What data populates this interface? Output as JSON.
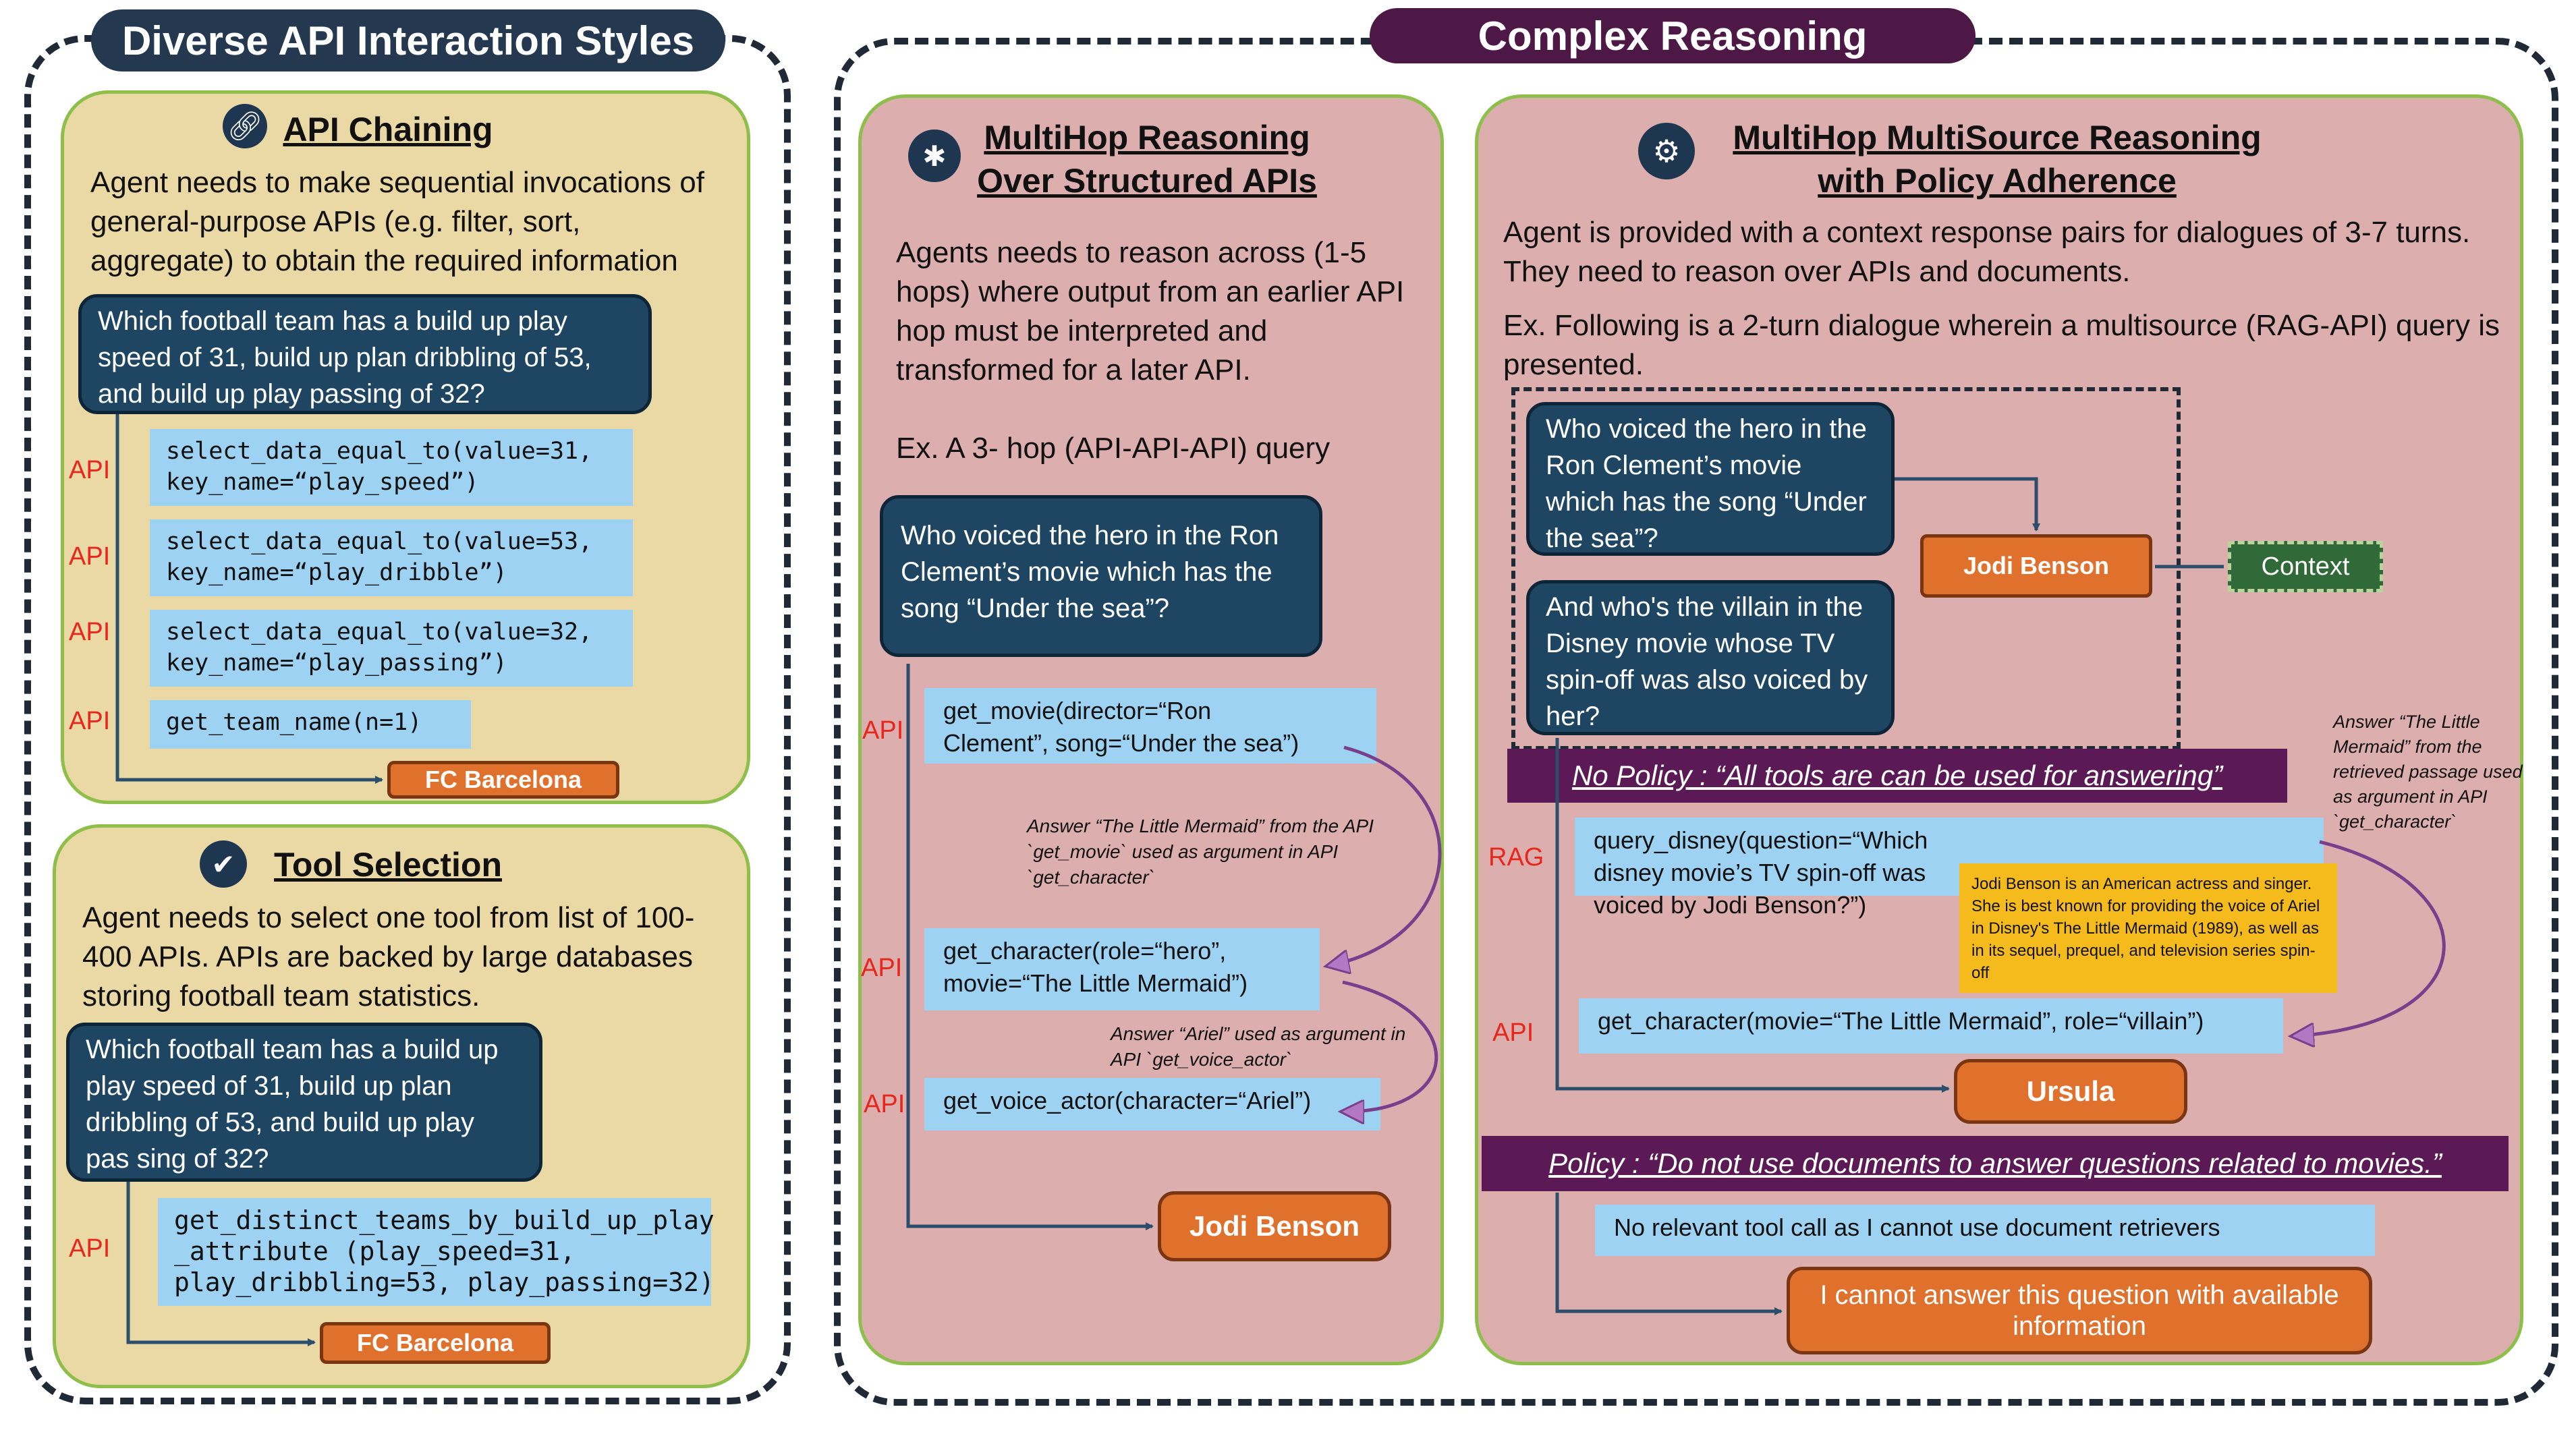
{
  "left_section": {
    "title": "Diverse API Interaction Styles",
    "api_chaining": {
      "title": "API Chaining",
      "icon": "link-icon",
      "description": "Agent needs to make sequential invocations of general-purpose APIs (e.g. filter, sort, aggregate) to obtain the required information",
      "question": "Which football team has a build up play speed of 31, build up plan dribbling of 53, and build up play passing of 32?",
      "calls": [
        {
          "label": "API",
          "code": "select_data_equal_to(value=31,\nkey_name=“play_speed”)"
        },
        {
          "label": "API",
          "code": "select_data_equal_to(value=53,\nkey_name=“play_dribble”)"
        },
        {
          "label": "API",
          "code": "select_data_equal_to(value=32,\nkey_name=“play_passing”)"
        },
        {
          "label": "API",
          "code": "get_team_name(n=1)"
        }
      ],
      "answer": "FC Barcelona"
    },
    "tool_selection": {
      "title": "Tool Selection",
      "icon": "check-circle-icon",
      "description": "Agent needs to select one tool from list of 100-400 APIs. APIs are backed by large databases storing football team statistics.",
      "question": "Which football team has a build up play speed of 31, build up plan dribbling of 53, and build up play pas sing of 32?",
      "call_label": "API",
      "call_code": "get_distinct_teams_by_build_up_play\n_attribute (play_speed=31,\nplay_dribbling=53, play_passing=32)",
      "answer": "FC Barcelona"
    }
  },
  "right_section": {
    "title": "Complex Reasoning",
    "multihop": {
      "title_line1": "MultiHop Reasoning",
      "title_line2": "Over Structured APIs",
      "icon": "network-icon",
      "description": "Agents needs to reason across (1-5 hops) where output from an earlier API hop must be interpreted and transformed for a later API.",
      "example": "Ex. A 3- hop (API-API-API) query",
      "question": "Who voiced the hero in the Ron Clement’s movie which has the song “Under the sea”?",
      "calls": [
        {
          "label": "API",
          "code": "get_movie(director=“Ron\nClement”, song=“Under the sea”)"
        },
        {
          "label": "API",
          "code": "get_character(role=“hero”,\nmovie=“The Little Mermaid”)"
        },
        {
          "label": "API",
          "code": "get_voice_actor(character=“Ariel”)"
        }
      ],
      "note1": "Answer “The Little Mermaid” from the API `get_movie` used as argument in API `get_character`",
      "note2": "Answer “Ariel” used as argument in API `get_voice_actor`",
      "answer": "Jodi Benson"
    },
    "multisource": {
      "title_line1": "MultiHop MultiSource Reasoning",
      "title_line2": "with Policy Adherence",
      "icon": "brain-icon",
      "description": "Agent is provided with a context response pairs for dialogues of 3-7 turns. They need to reason over APIs and documents.",
      "example": "Ex. Following is a 2-turn dialogue wherein a multisource (RAG-API) query is presented.",
      "question1": "Who voiced the hero in the Ron Clement’s movie which has the song “Under the sea”?",
      "answer1": "Jodi Benson",
      "context_label": "Context",
      "question2": "And who's the villain in the Disney movie whose TV spin-off was also voiced by her?",
      "no_policy": "No Policy : “All tools are can be used for answering”",
      "rag_label": "RAG",
      "rag_call": "query_disney(question=“Which disney movie’s TV spin-off was voiced by Jodi Benson?”)",
      "passage": "Jodi Benson is an American actress and singer. She is best known for providing the voice of Ariel in Disney's The Little Mermaid (1989), as well as in its sequel, prequel, and television series spin-off",
      "note": "Answer “The Little Mermaid” from the retrieved passage used as argument in API `get_character`",
      "api_label": "API",
      "api_call": "get_character(movie=“The Little Mermaid”, role=“villain”)",
      "answer2": "Ursula",
      "policy": "Policy : “Do not use documents to answer questions related to movies.”",
      "no_tool": "No relevant tool call as I cannot use document retrievers",
      "final_answer": "I cannot answer this question with available information"
    }
  }
}
